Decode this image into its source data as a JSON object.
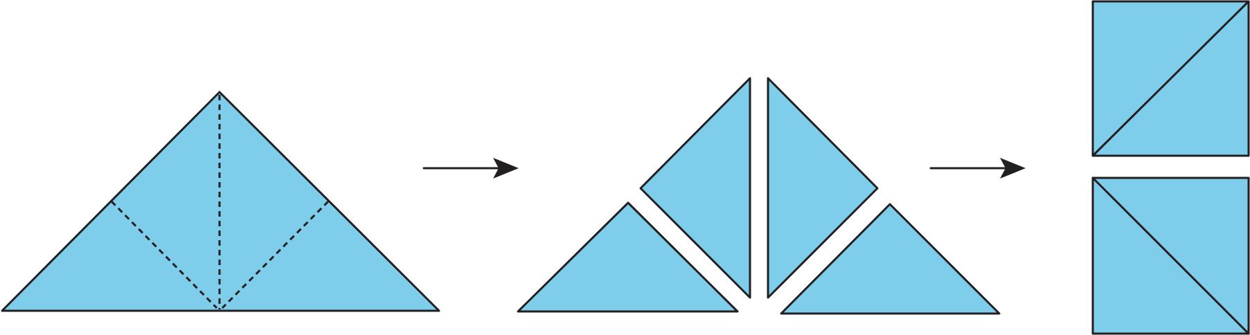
{
  "colors": {
    "fill": "#7ecdea",
    "stroke": "#231f20",
    "background": "#ffffff"
  },
  "stages": [
    {
      "name": "large-triangle-with-fold-lines",
      "fold_lines": "dashed"
    },
    {
      "name": "four-cut-triangles",
      "piece_count": 4
    },
    {
      "name": "two-squares-with-diagonals",
      "piece_count": 2
    }
  ],
  "arrows": [
    {
      "direction": "right"
    },
    {
      "direction": "right"
    }
  ]
}
